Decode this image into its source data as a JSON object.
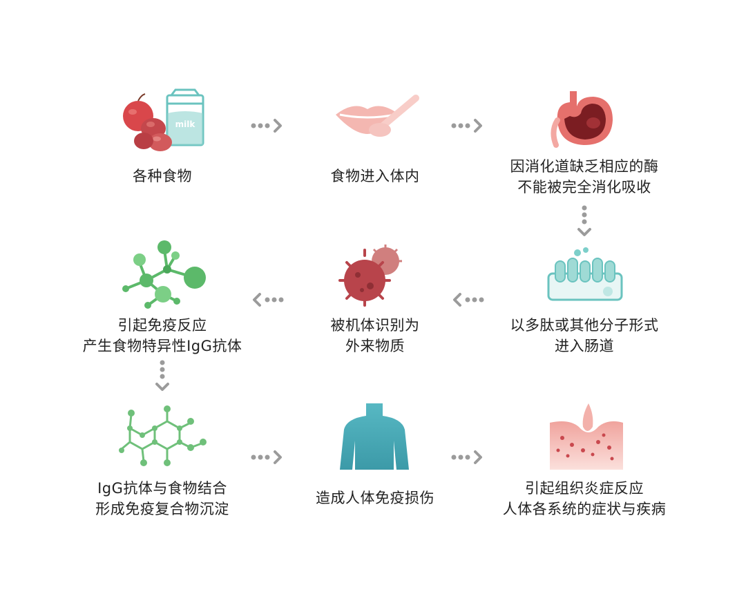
{
  "steps": [
    {
      "id": "various-foods",
      "label_lines": [
        "各种食物"
      ],
      "icon": "food-milk-icon",
      "milk_text": "milk"
    },
    {
      "id": "food-enters-body",
      "label_lines": [
        "食物进入体内"
      ],
      "icon": "mouth-spoon-icon"
    },
    {
      "id": "incomplete-digestion",
      "label_lines": [
        "因消化道缺乏相应的酶",
        "不能被完全消化吸收"
      ],
      "icon": "stomach-icon"
    },
    {
      "id": "enters-intestine",
      "label_lines": [
        "以多肽或其他分子形式",
        "进入肠道"
      ],
      "icon": "intestine-icon"
    },
    {
      "id": "identified-as-foreign",
      "label_lines": [
        "被机体识别为",
        "外来物质"
      ],
      "icon": "virus-icon"
    },
    {
      "id": "immune-response",
      "label_lines": [
        "引起免疫反应",
        "产生食物特异性IgG抗体"
      ],
      "icon": "molecule-icon"
    },
    {
      "id": "immune-complex",
      "label_lines": [
        "IgG抗体与食物结合",
        "形成免疫复合物沉淀"
      ],
      "icon": "hexagon-molecule-icon"
    },
    {
      "id": "immune-damage",
      "label_lines": [
        "造成人体免疫损伤"
      ],
      "icon": "human-torso-icon"
    },
    {
      "id": "inflammation",
      "label_lines": [
        "引起组织炎症反应",
        "人体各系统的症状与疾病"
      ],
      "icon": "skin-tissue-icon"
    }
  ],
  "colors": {
    "text": "#222222",
    "arrow": "#9b9b9b",
    "red": "#c9484e",
    "pink": "#f2b3ae",
    "teal": "#4fb6bf",
    "green": "#5cb96a"
  }
}
